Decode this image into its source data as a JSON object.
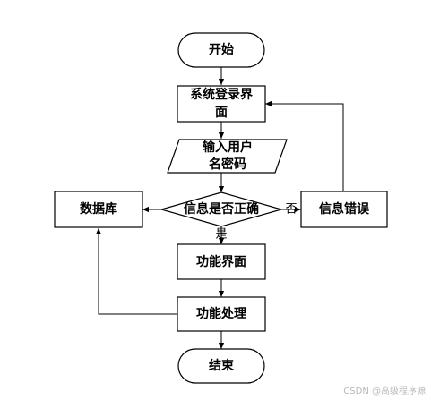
{
  "diagram": {
    "nodes": {
      "start": "开始",
      "login_line1": "系统登录界",
      "login_line2": "面",
      "input_line1": "输入用户",
      "input_line2": "名密码",
      "check": "信息是否正确",
      "database": "数据库",
      "error": "信息错误",
      "function_page": "功能界面",
      "function_process": "功能处理",
      "end": "结束"
    },
    "edges": {
      "yes": "是",
      "no": "否"
    }
  },
  "watermark": "CSDN @高级程序源"
}
